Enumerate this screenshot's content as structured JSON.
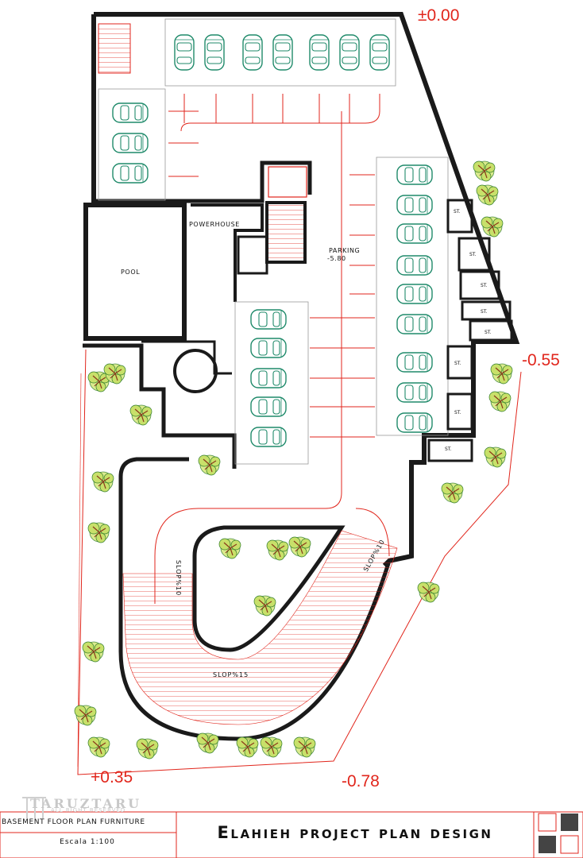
{
  "levels": {
    "top": "±0.00",
    "right": "-0.55",
    "bottom_left": "+0.35",
    "bottom": "-0.78"
  },
  "rooms": {
    "pool": "POOL",
    "powerhouse": "POWERHOUSE",
    "parking": "PARKING",
    "parking_level": "-5.80",
    "storage": "ST."
  },
  "ramps": {
    "slope_left": "SLOP%10",
    "slope_right": "SLOP%10",
    "slope_bottom": "SLOP%15"
  },
  "title_block": {
    "sheet_title": "BASEMENT FLOOR PLAN FURNITURE",
    "scale": "Escala 1:100",
    "project_title": "Elahieh project plan design",
    "brand": "TARUZTARU",
    "rights": "ALL RIGHT RESERVED"
  },
  "colors": {
    "wall": "#1a1a1a",
    "annotation": "#e1261c",
    "car": "#1f8a6a",
    "tree_fill": "#c8e06a",
    "tree_stroke": "#2f7d2a"
  }
}
